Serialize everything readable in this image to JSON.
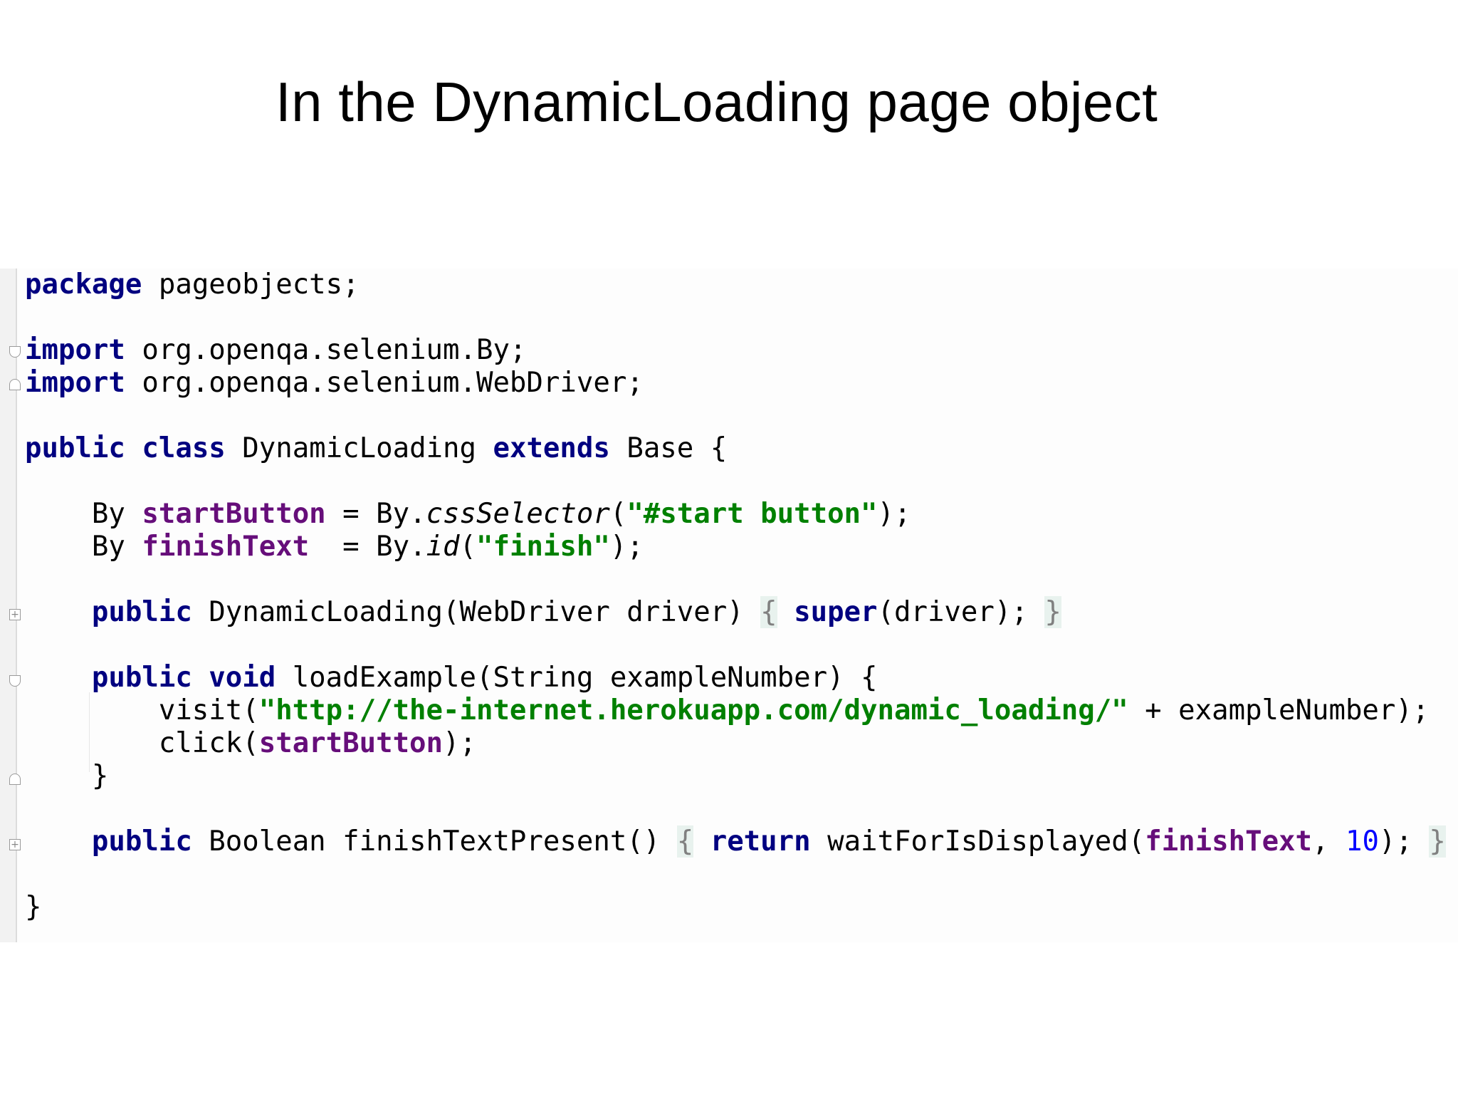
{
  "slide": {
    "title": "In the DynamicLoading page object"
  },
  "code": {
    "package_kw": "package",
    "package_name": "pageobjects;",
    "import_kw": "import",
    "import1": "org.openqa.selenium.By;",
    "import2": "org.openqa.selenium.WebDriver;",
    "public_kw": "public",
    "class_kw": "class",
    "class_name": "DynamicLoading",
    "extends_kw": "extends",
    "base_name": "Base {",
    "by_type": "By",
    "start_field": "startButton",
    "start_assign": " = By.",
    "css_selector": "cssSelector",
    "start_value": "\"#start button\"",
    "finish_field": "finishText",
    "finish_assign": "  = By.",
    "id_method": "id",
    "finish_value": "\"finish\"",
    "ctor_sig": "DynamicLoading(WebDriver driver)",
    "open_brace": "{",
    "close_brace": "}",
    "super_kw": "super",
    "super_args": "(driver);",
    "void_kw": "void",
    "load_sig": "loadExample(String exampleNumber) {",
    "visit_call": "visit(",
    "visit_url": "\"http://the-internet.herokuapp.com/dynamic_loading/\"",
    "visit_rest": " + exampleNumber);",
    "click_call": "click(",
    "click_arg": "startButton",
    "click_rest": ");",
    "method_close": "}",
    "bool_sig": "Boolean finishTextPresent()",
    "return_kw": "return",
    "wait_call": "waitForIsDisplayed(",
    "wait_arg": "finishText",
    "wait_num": "10",
    "wait_rest": ");",
    "class_close": "}"
  }
}
